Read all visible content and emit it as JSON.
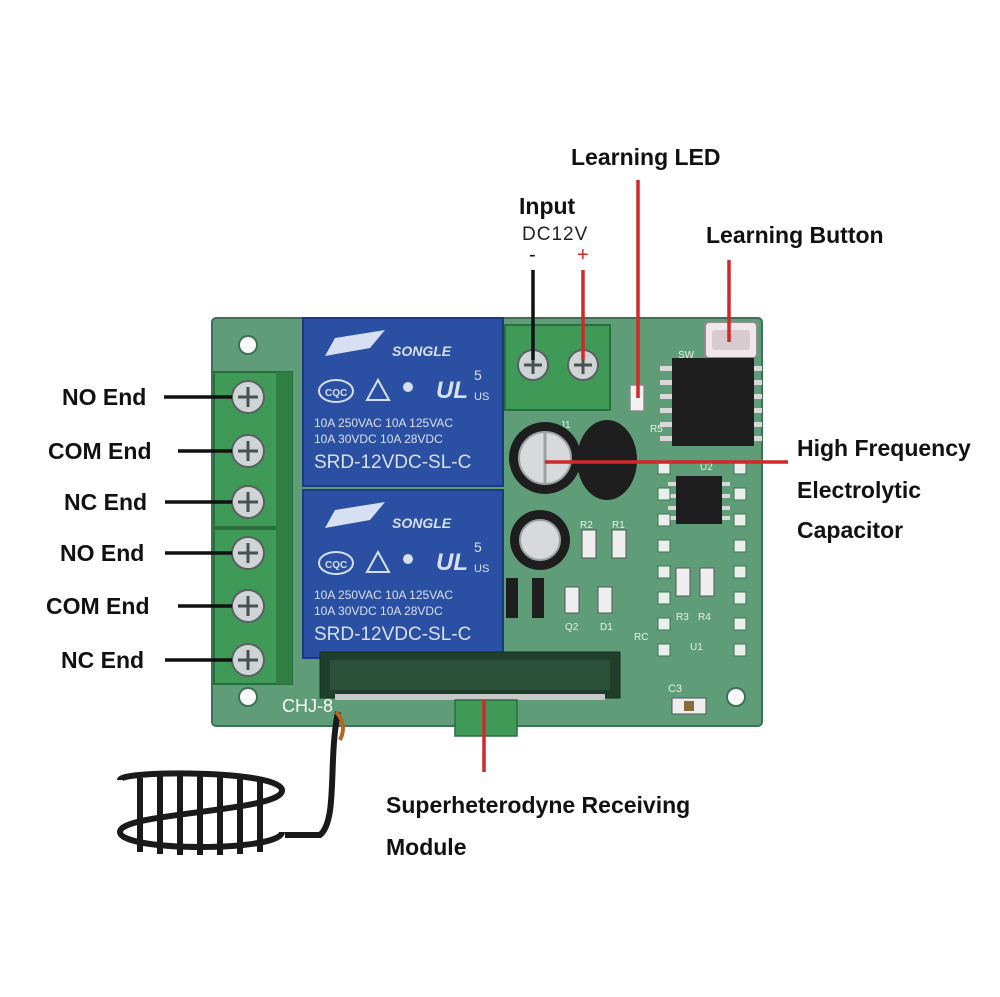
{
  "labels": {
    "learning_led": "Learning LED",
    "input": "Input",
    "dc12v": "DC12V",
    "minus": "-",
    "plus": "+",
    "learning_button": "Learning Button",
    "no_end_1": "NO End",
    "com_end_1": "COM End",
    "nc_end_1": "NC End",
    "no_end_2": "NO End",
    "com_end_2": "COM End",
    "nc_end_2": "NC End",
    "hf_line1": "High Frequency",
    "hf_line2": "Electrolytic",
    "hf_line3": "Capacitor",
    "rx_line1": "Superheterodyne Receiving",
    "rx_line2": "Module"
  },
  "board_text": {
    "brand": "SONGLE",
    "cqc": "CQC",
    "ul": "UL",
    "us": "US",
    "rating_a": "10A 250VAC  10A 125VAC",
    "rating_b": "10A  30VDC  10A  28VDC",
    "model": "SRD-12VDC-SL-C",
    "five": "5",
    "silk_board": "CHJ-8",
    "silk_j1": "J1",
    "silk_r2": "R2",
    "silk_r1": "R1",
    "silk_r3": "R3",
    "silk_r4": "R4",
    "silk_r5": "R5",
    "silk_q2": "Q2",
    "silk_d1": "D1",
    "silk_u1": "U1",
    "silk_u2": "U2",
    "silk_c3": "C3",
    "silk_sw": "SW",
    "silk_rc": "RC"
  },
  "colors": {
    "pcb_green": "#5f9d78",
    "terminal_green": "#3f9a58",
    "relay_blue": "#2a4fa3",
    "leader_red": "#d22828",
    "leader_black": "#111111"
  }
}
